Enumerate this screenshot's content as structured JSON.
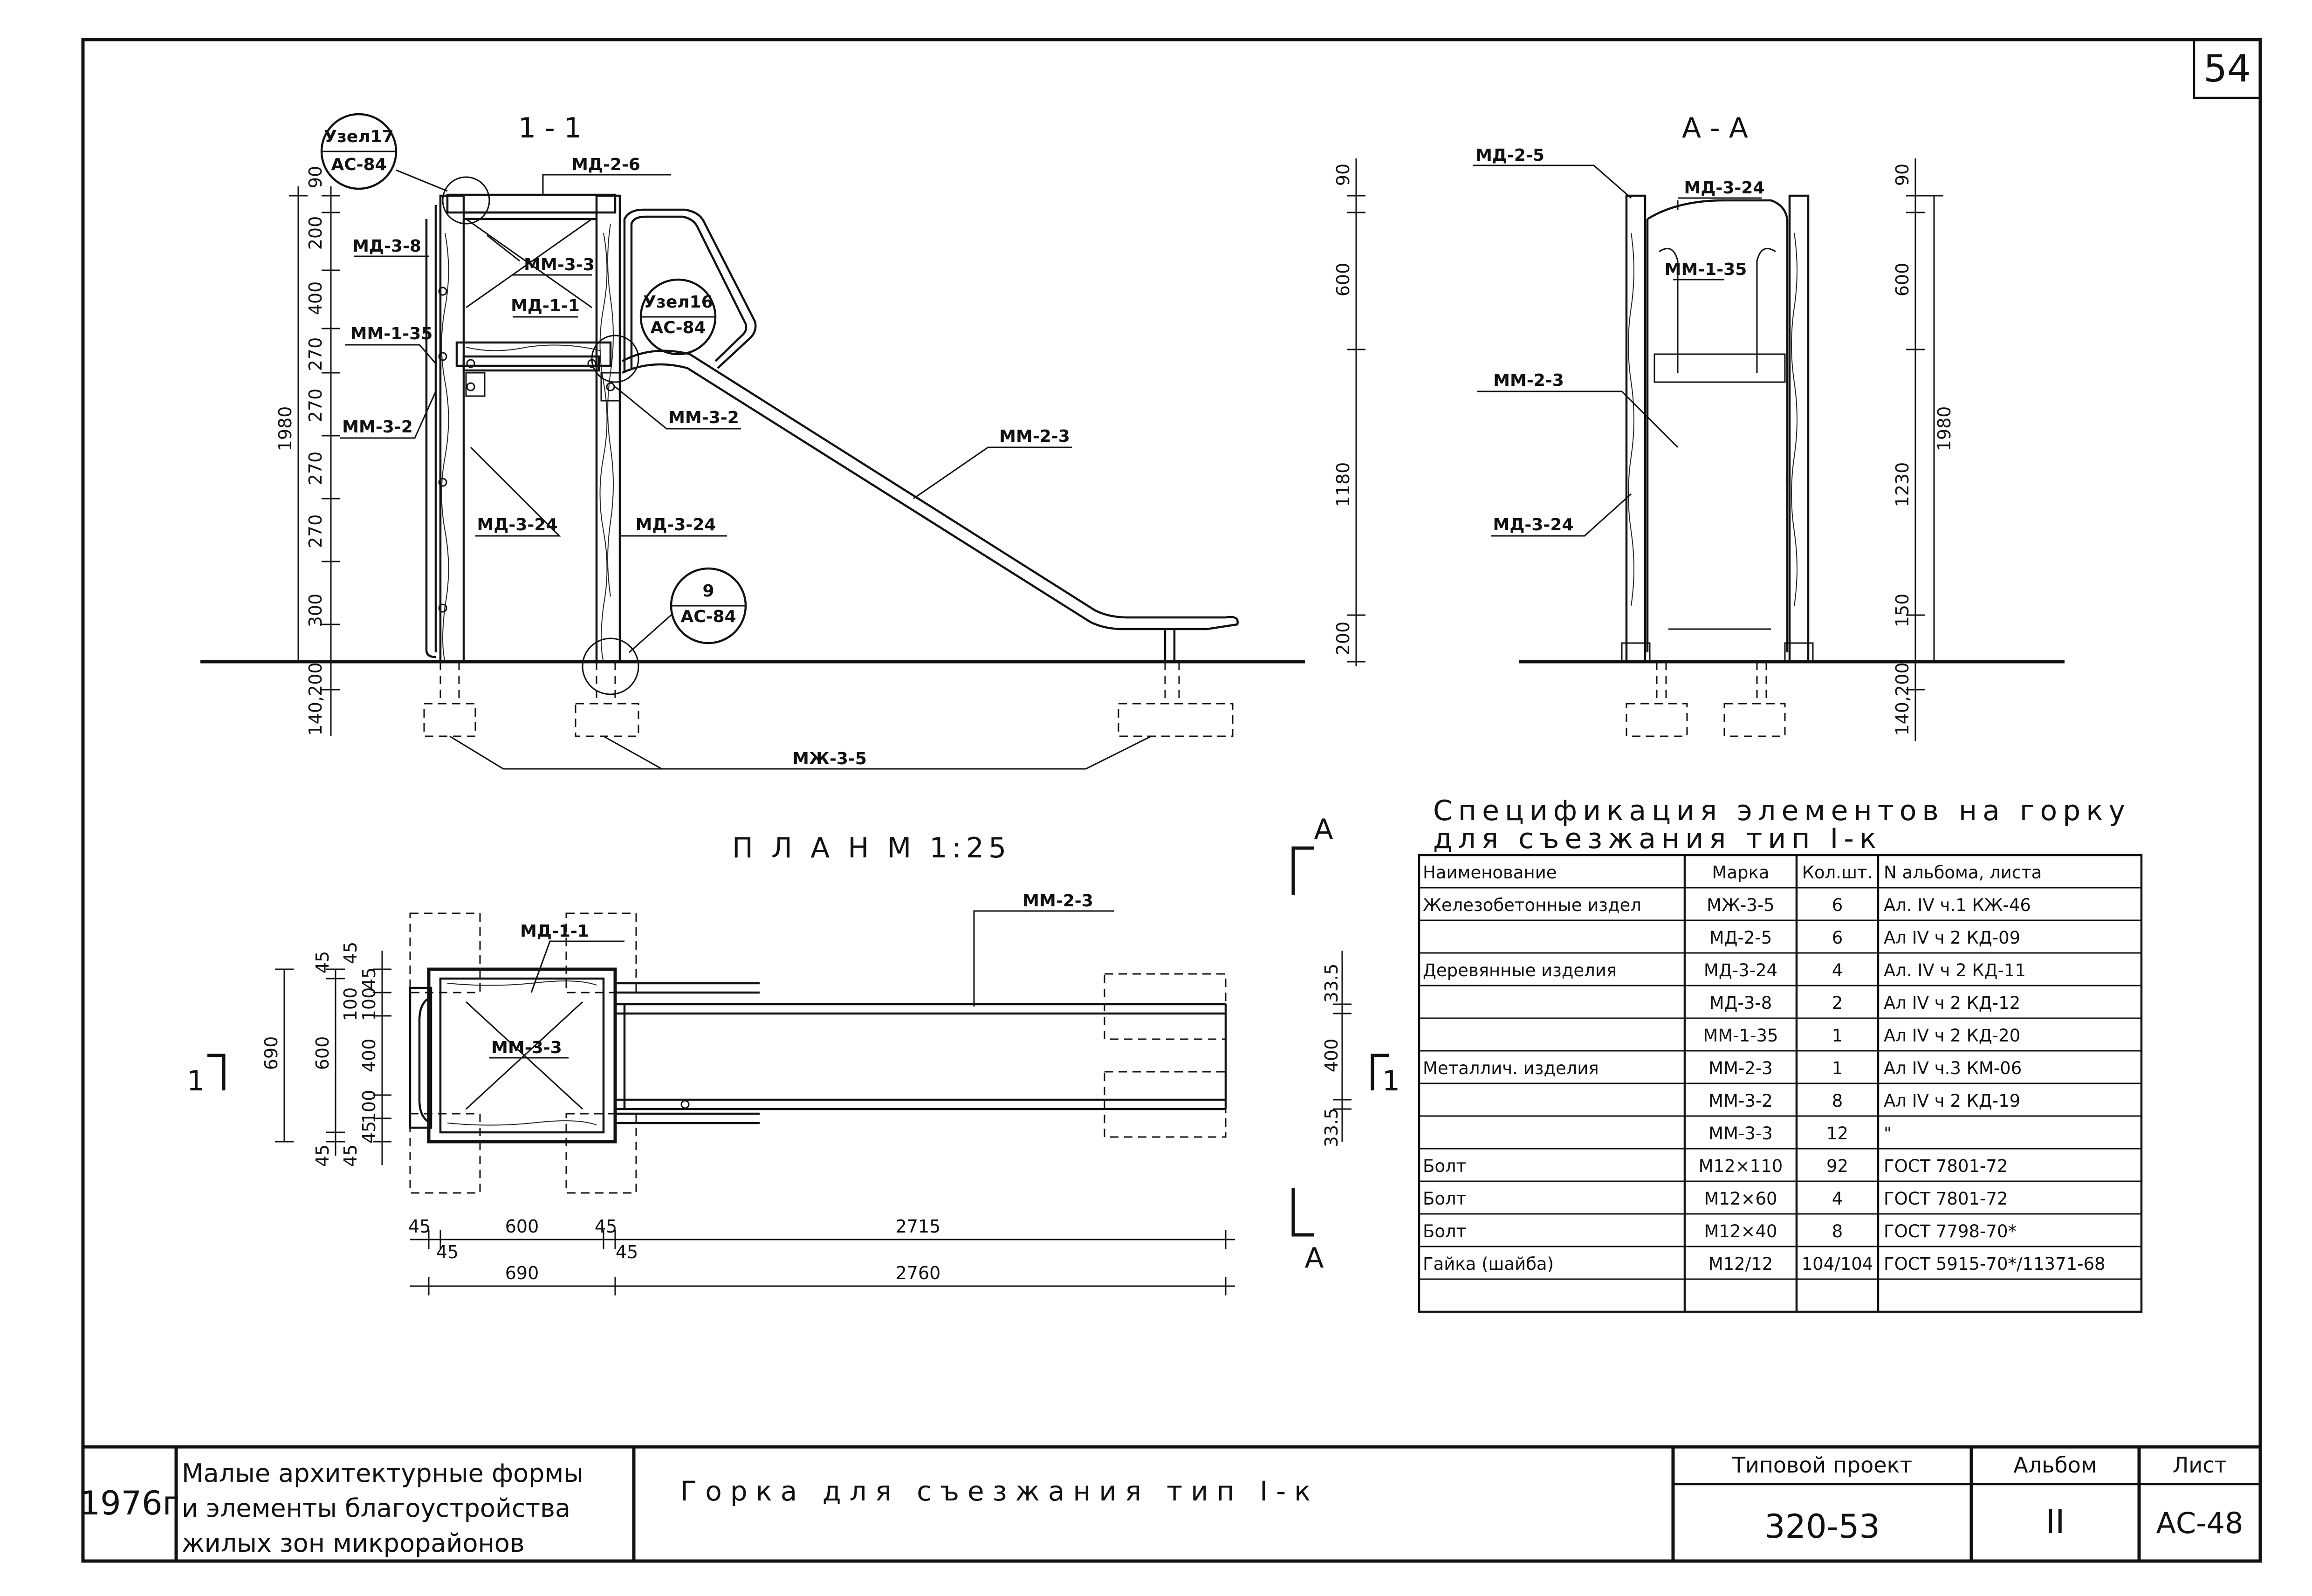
{
  "sheet_number": "54",
  "views": {
    "section_1_1": {
      "title": "1 - 1",
      "labels": {
        "uzel17": "Узел17",
        "ac84a": "АС-84",
        "uzel16": "Узел16",
        "ac84b": "АС-84",
        "node9": "9",
        "ac84c": "АС-84",
        "md26": "МД-2-6",
        "md38": "МД-3-8",
        "mm135": "ММ-1-35",
        "mm32a": "ММ-3-2",
        "md324a": "МД-3-24",
        "mm33": "ММ-3-3",
        "md11": "МД-1-1",
        "mm32b": "ММ-3-2",
        "md324b": "МД-3-24",
        "mm23": "ММ-2-3",
        "mzh35": "МЖ-3-5"
      },
      "dims_left": [
        "90",
        "200",
        "400",
        "270",
        "270",
        "270",
        "270",
        "300",
        "140,200"
      ],
      "dim_total": "1980",
      "dims_right": [
        "90",
        "600",
        "1180",
        "200"
      ]
    },
    "section_a_a": {
      "title": "А - А",
      "labels": {
        "md25": "МД-2-5",
        "md324top": "МД-3-24",
        "mm135": "ММ-1-35",
        "mm23": "ММ-2-3",
        "md324": "МД-3-24"
      },
      "dims": [
        "90",
        "600",
        "1980",
        "1230",
        "150",
        "140,200"
      ]
    },
    "plan": {
      "title": "П Л А Н   М  1:25",
      "labels": {
        "md11": "МД-1-1",
        "mm23": "ММ-2-3",
        "mm33": "ММ-3-3",
        "mark_1_left": "1",
        "mark_1_right": "1",
        "mark_a_top": "А",
        "mark_a_bottom": "А"
      },
      "dims_left": [
        "690",
        "600",
        "45",
        "45",
        "400",
        "100",
        "100",
        "45",
        "45",
        "45",
        "100",
        "45"
      ],
      "dims_right": [
        "33.5",
        "400",
        "33.5"
      ],
      "dims_bottom": [
        "45",
        "600",
        "45",
        "2715",
        "45",
        "45",
        "690",
        "2760"
      ]
    }
  },
  "specification": {
    "title_line1": "Спецификация элементов на горку",
    "title_line2": "для съезжания тип I-к",
    "columns": [
      "Наименование",
      "Марка",
      "Кол.шт.",
      "N альбома, листа"
    ],
    "rows": [
      [
        "Железобетонные издел",
        "МЖ-3-5",
        "6",
        "Ал. IV ч.1 КЖ-46"
      ],
      [
        "",
        "МД-2-5",
        "6",
        "Ал IV ч 2 КД-09"
      ],
      [
        "Деревянные изделия",
        "МД-3-24",
        "4",
        "Ал. IV ч 2 КД-11"
      ],
      [
        "",
        "МД-3-8",
        "2",
        "Ал IV ч 2 КД-12"
      ],
      [
        "",
        "ММ-1-35",
        "1",
        "Ал IV ч 2 КД-20"
      ],
      [
        "Металлич. изделия",
        "ММ-2-3",
        "1",
        "Ал IV ч.3 КМ-06"
      ],
      [
        "",
        "ММ-3-2",
        "8",
        "Ал IV ч 2 КД-19"
      ],
      [
        "",
        "ММ-3-3",
        "12",
        "\""
      ],
      [
        "Болт",
        "М12×110",
        "92",
        "ГОСТ 7801-72"
      ],
      [
        "Болт",
        "М12×60",
        "4",
        "ГОСТ 7801-72"
      ],
      [
        "Болт",
        "М12×40",
        "8",
        "ГОСТ 7798-70*"
      ],
      [
        "Гайка (шайба)",
        "М12/12",
        "104/104",
        "ГОСТ 5915-70*/11371-68"
      ],
      [
        "",
        "",
        "",
        ""
      ]
    ]
  },
  "title_block": {
    "year": "1976г",
    "org_line1": "Малые архитектурные формы",
    "org_line2": "и элементы благоустройства",
    "org_line3": "жилых зон микрорайонов",
    "drawing_title": "Горка для съезжания тип I-к",
    "project_label": "Типовой проект",
    "project_value": "320-53",
    "album_label": "Альбом",
    "album_value": "II",
    "sheet_label": "Лист",
    "sheet_value": "АС-48"
  }
}
